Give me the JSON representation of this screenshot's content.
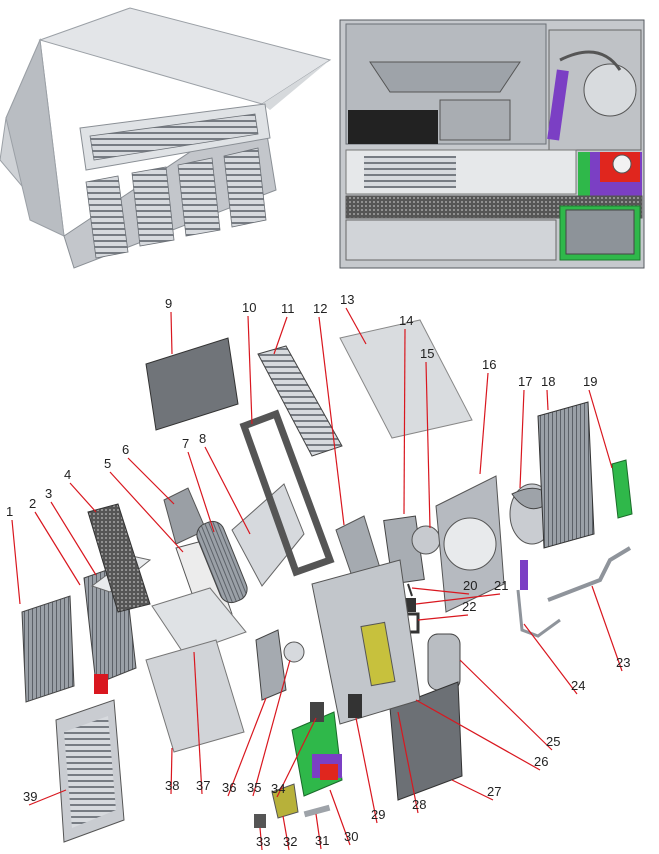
{
  "figure": {
    "parts": [
      {
        "id": "1",
        "label": "1"
      },
      {
        "id": "2",
        "label": "2"
      },
      {
        "id": "3",
        "label": "3"
      },
      {
        "id": "4",
        "label": "4"
      },
      {
        "id": "5",
        "label": "5"
      },
      {
        "id": "6",
        "label": "6"
      },
      {
        "id": "7",
        "label": "7"
      },
      {
        "id": "8",
        "label": "8"
      },
      {
        "id": "9",
        "label": "9"
      },
      {
        "id": "10",
        "label": "10"
      },
      {
        "id": "11",
        "label": "11"
      },
      {
        "id": "12",
        "label": "12"
      },
      {
        "id": "13",
        "label": "13"
      },
      {
        "id": "14",
        "label": "14"
      },
      {
        "id": "15",
        "label": "15"
      },
      {
        "id": "16",
        "label": "16"
      },
      {
        "id": "17",
        "label": "17"
      },
      {
        "id": "18",
        "label": "18"
      },
      {
        "id": "19",
        "label": "19"
      },
      {
        "id": "20",
        "label": "20"
      },
      {
        "id": "21",
        "label": "21"
      },
      {
        "id": "22",
        "label": "22"
      },
      {
        "id": "23",
        "label": "23"
      },
      {
        "id": "24",
        "label": "24"
      },
      {
        "id": "25",
        "label": "25"
      },
      {
        "id": "26",
        "label": "26"
      },
      {
        "id": "27",
        "label": "27"
      },
      {
        "id": "28",
        "label": "28"
      },
      {
        "id": "29",
        "label": "29"
      },
      {
        "id": "30",
        "label": "30"
      },
      {
        "id": "31",
        "label": "31"
      },
      {
        "id": "32",
        "label": "32"
      },
      {
        "id": "33",
        "label": "33"
      },
      {
        "id": "34",
        "label": "34"
      },
      {
        "id": "35",
        "label": "35"
      },
      {
        "id": "36",
        "label": "36"
      },
      {
        "id": "37",
        "label": "37"
      },
      {
        "id": "38",
        "label": "38"
      },
      {
        "id": "39",
        "label": "39"
      }
    ],
    "colors": {
      "leader": "#d9171f",
      "metal": "#c9ccd1",
      "metal_dark": "#8f949b",
      "coil": "#6f7378",
      "control_green": "#2fb84a",
      "control_red": "#e0261e",
      "control_purple": "#7b3fc4"
    }
  }
}
